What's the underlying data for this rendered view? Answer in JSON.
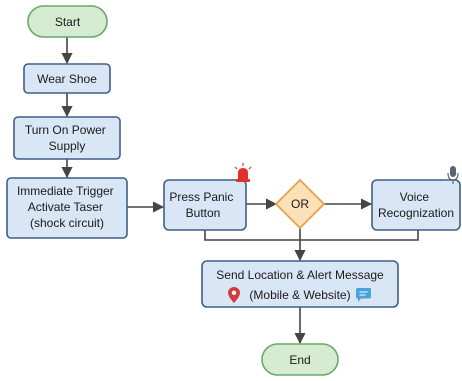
{
  "colors": {
    "terminal_fill": "#d6ecd0",
    "terminal_stroke": "#6aa86a",
    "process_fill": "#d9e6f5",
    "process_stroke": "#3f5f86",
    "decision_fill": "#fce0b8",
    "decision_stroke": "#e3a24a",
    "edge": "#454545",
    "alarm_red": "#e0322c",
    "location_red": "#d63a3a",
    "chat_blue": "#4aa3df",
    "mic_gray": "#5b6470"
  },
  "nodes": {
    "start": {
      "label": "Start"
    },
    "wear_shoe": {
      "label": "Wear Shoe"
    },
    "power_supply": {
      "lines": [
        "Turn On Power",
        "Supply"
      ]
    },
    "immediate_trigger": {
      "lines": [
        "Immediate Trigger",
        "Activate Taser",
        "(shock circuit)"
      ]
    },
    "press_panic": {
      "lines": [
        "Press Panic",
        "Button"
      ]
    },
    "or_gate": {
      "label": "OR"
    },
    "voice_recognition": {
      "lines": [
        "Voice",
        "Recognization"
      ]
    },
    "send_alert": {
      "lines": [
        "Send Location & Alert Message",
        "(Mobile & Website)"
      ]
    },
    "end": {
      "label": "End"
    }
  },
  "icons": {
    "panic": "siren-icon",
    "voice": "microphone-icon",
    "location": "location-pin-icon",
    "message": "chat-bubble-icon"
  }
}
